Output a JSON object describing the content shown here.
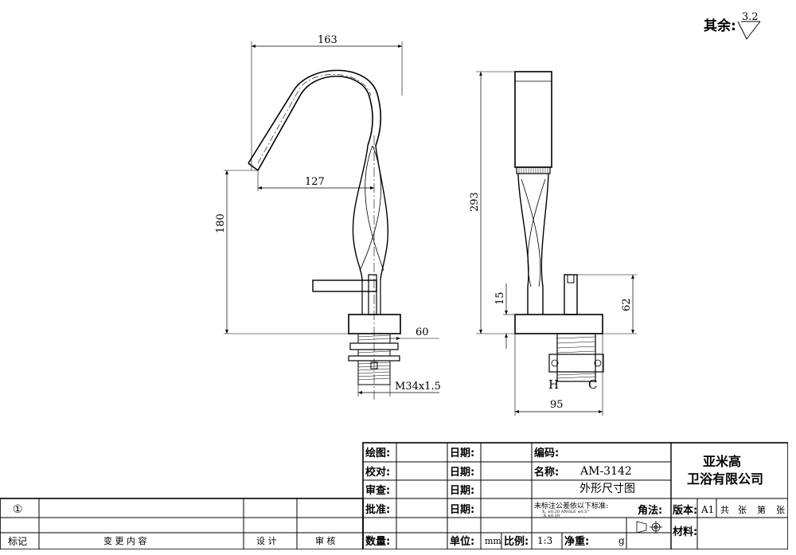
{
  "roughness": {
    "label": "其余:",
    "value": "3.2"
  },
  "side_view": {
    "dim_total_width": "163",
    "dim_spout_reach": "127",
    "dim_height": "180",
    "dim_base": "60",
    "dim_thread": "M34x1.5"
  },
  "front_view": {
    "dim_total_height": "293",
    "dim_lever_base": "15",
    "dim_lever_height": "62",
    "dim_width": "95",
    "label_hot": "H",
    "label_cold": "C"
  },
  "title_block": {
    "draw_label": "绘图:",
    "check_label": "校对:",
    "review_label": "审查:",
    "approve_label": "批准:",
    "quantity_label": "数量:",
    "date_label_1": "日期:",
    "date_label_2": "日期:",
    "date_label_3": "日期:",
    "date_label_4": "日期:",
    "unit_label": "单位:",
    "unit_value": "mm",
    "scale_label": "比例:",
    "scale_value": "1:3",
    "net_weight_label": "净重:",
    "weight_unit": "g",
    "code_label": "编码:",
    "code_value": "AM-3142",
    "name_label": "名称:",
    "name_value": "外形尺寸图",
    "company_line1": "亚米高",
    "company_line2": "卫浴有限公司",
    "tolerance_note": "未标注公差依以下标准:",
    "tolerance_detail1": "X.    ±0.20  ANGLE ±0.5°",
    "tolerance_detail2": ".X    ±0.10",
    "angle_label": "角法:",
    "material_label": "材料:",
    "version_label": "版本:",
    "version_value": "A1",
    "sheets_total": "共",
    "sheets_unit1": "张",
    "sheet_no": "第",
    "sheets_unit2": "张"
  },
  "revision_block": {
    "rev_symbol": "①",
    "col_mark": "标记",
    "col_content": "变 更 内 容",
    "col_design": "设 计",
    "col_audit": "审 核"
  }
}
